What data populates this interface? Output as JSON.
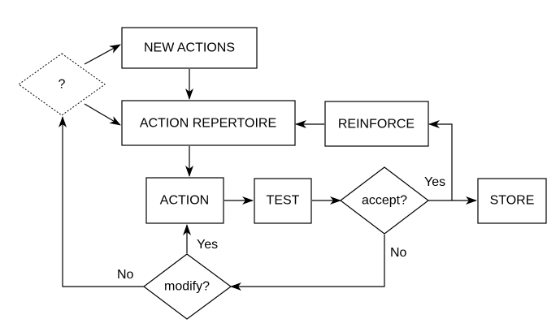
{
  "nodes": {
    "unknown": "?",
    "new_actions": "NEW ACTIONS",
    "action_repertoire": "ACTION REPERTOIRE",
    "reinforce": "REINFORCE",
    "action": "ACTION",
    "test": "TEST",
    "accept": "accept?",
    "store": "STORE",
    "modify": "modify?"
  },
  "edge_labels": {
    "accept_yes": "Yes",
    "accept_no": "No",
    "modify_yes": "Yes",
    "modify_no": "No"
  },
  "colors": {
    "line": "#000000",
    "background": "#ffffff"
  }
}
